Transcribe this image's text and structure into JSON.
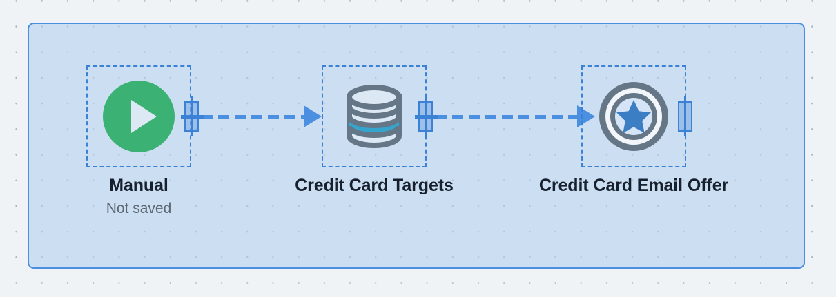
{
  "canvas": {
    "background_color": "#eff3f6",
    "grid": "dot-grid",
    "panel_fill": "#b7d0ed",
    "panel_border_color": "#4a8fe0"
  },
  "accent": {
    "blue": "#4a8fe0",
    "node_border": "#3b82d6",
    "green": "#3bb273",
    "cyan": "#35a5ce",
    "slate": "#657787",
    "text_dark": "#16202e",
    "text_muted": "#5c6773"
  },
  "flow": {
    "nodes": [
      {
        "id": "manual",
        "label": "Manual",
        "sublabel": "Not saved",
        "icon": "play-circle-icon",
        "port": "port-with-cross"
      },
      {
        "id": "credit-card-targets",
        "label": "Credit Card Targets",
        "sublabel": "",
        "icon": "database-icon",
        "port": "port-with-cross"
      },
      {
        "id": "credit-card-email-offer",
        "label": "Credit Card Email Offer",
        "sublabel": "",
        "icon": "badge-star-icon",
        "port": "port-plain"
      }
    ],
    "connectors": [
      {
        "from": "manual",
        "to": "credit-card-targets",
        "style": "dashed",
        "arrow": "arrow-right-icon"
      },
      {
        "from": "credit-card-targets",
        "to": "credit-card-email-offer",
        "style": "dashed",
        "arrow": "arrow-right-icon"
      }
    ]
  }
}
